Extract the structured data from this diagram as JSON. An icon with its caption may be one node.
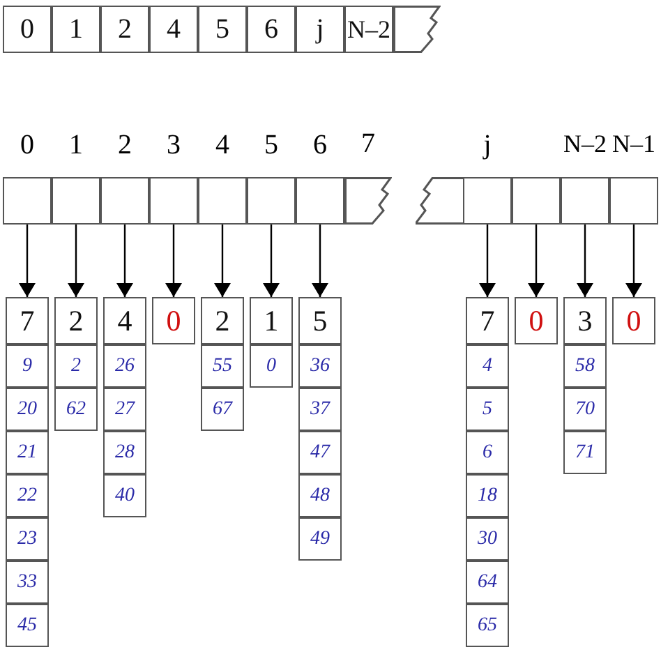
{
  "diagram": {
    "nodes": [
      {
        "text": [
          "0"
        ]
      },
      {
        "text": [
          "1"
        ]
      },
      {
        "text": [
          "2"
        ]
      },
      {
        "text": [
          "4"
        ]
      },
      {
        "text": [
          "5"
        ]
      },
      {
        "text": [
          "6"
        ]
      },
      {
        "text": [
          "j"
        ]
      },
      {
        "text": [
          "N–2"
        ]
      },
      {
        "text": [],
        "shape": "box"
      },
      {
        "text": [],
        "shape": "box",
        "beside": [
          "0"
        ]
      },
      {
        "text": [],
        "shape": "box",
        "beside": [
          "1"
        ]
      },
      {
        "text": [],
        "shape": "box",
        "beside": [
          "2"
        ]
      },
      {
        "text": [],
        "shape": "box",
        "beside": [
          "3"
        ]
      },
      {
        "text": [],
        "shape": "box",
        "beside": [
          "4"
        ]
      },
      {
        "text": [],
        "shape": "box",
        "beside": [
          "5"
        ]
      },
      {
        "text": [],
        "shape": "box",
        "beside": [
          "6"
        ]
      },
      {
        "text": [],
        "shape": "box",
        "beside": [
          "7"
        ]
      },
      {
        "text": [],
        "shape": "box"
      },
      {
        "text": [],
        "shape": "box",
        "beside": [
          "j"
        ]
      },
      {
        "text": [],
        "shape": "box"
      },
      {
        "text": [],
        "shape": "box",
        "beside": [
          "N–2"
        ]
      },
      {
        "text": [],
        "shape": "box",
        "beside": [
          "N–1"
        ]
      },
      {
        "text": [
          "7"
        ]
      },
      {
        "text": [
          "9"
        ]
      },
      {
        "text": [
          "20"
        ]
      },
      {
        "text": [
          "21"
        ]
      },
      {
        "text": [
          "22"
        ]
      },
      {
        "text": [
          "23"
        ]
      },
      {
        "text": [
          "33"
        ]
      },
      {
        "text": [
          "45"
        ]
      },
      {
        "text": [
          "2"
        ]
      },
      {
        "text": [
          "2"
        ]
      },
      {
        "text": [
          "62"
        ]
      },
      {
        "text": [
          "4"
        ]
      },
      {
        "text": [
          "26"
        ]
      },
      {
        "text": [
          "27"
        ]
      },
      {
        "text": [
          "28"
        ]
      },
      {
        "text": [
          "40"
        ]
      },
      {
        "text": [
          "0"
        ]
      },
      {
        "text": [
          "2"
        ]
      },
      {
        "text": [
          "55"
        ]
      },
      {
        "text": [
          "67"
        ]
      },
      {
        "text": [
          "1"
        ]
      },
      {
        "text": [
          "0"
        ]
      },
      {
        "text": [
          "5"
        ]
      },
      {
        "text": [
          "36"
        ]
      },
      {
        "text": [
          "37"
        ]
      },
      {
        "text": [
          "47"
        ]
      },
      {
        "text": [
          "48"
        ]
      },
      {
        "text": [
          "49"
        ]
      },
      {
        "text": [
          "7"
        ]
      },
      {
        "text": [
          "4"
        ]
      },
      {
        "text": [
          "5"
        ]
      },
      {
        "text": [
          "6"
        ]
      },
      {
        "text": [
          "18"
        ]
      },
      {
        "text": [
          "30"
        ]
      },
      {
        "text": [
          "64"
        ]
      },
      {
        "text": [
          "65"
        ]
      },
      {
        "text": [
          "0"
        ]
      },
      {
        "text": [
          "3"
        ]
      },
      {
        "text": [
          "58"
        ]
      },
      {
        "text": [
          "70"
        ]
      },
      {
        "text": [
          "71"
        ]
      },
      {
        "text": [
          "0"
        ]
      }
    ],
    "edges": [
      {
        "from": 9,
        "to": 22,
        "arrow": "to"
      },
      {
        "from": 10,
        "to": 30,
        "arrow": "to"
      },
      {
        "from": 11,
        "to": 33,
        "arrow": "to"
      },
      {
        "from": 12,
        "to": 38,
        "arrow": "to"
      },
      {
        "from": 13,
        "to": 39,
        "arrow": "to"
      },
      {
        "from": 14,
        "to": 42,
        "arrow": "to"
      },
      {
        "from": 15,
        "to": 44,
        "arrow": "to"
      },
      {
        "from": 18,
        "to": 50,
        "arrow": "to"
      },
      {
        "from": 19,
        "to": 58,
        "arrow": "to"
      },
      {
        "from": 20,
        "to": 59,
        "arrow": "to"
      },
      {
        "from": 21,
        "to": 63,
        "arrow": "to"
      }
    ]
  }
}
